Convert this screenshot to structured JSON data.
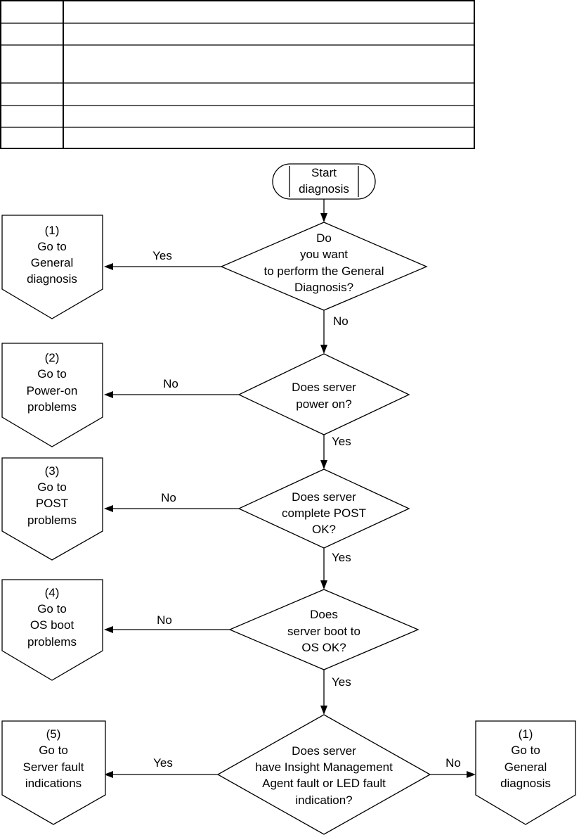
{
  "table": {
    "rows": [
      {
        "col1": "",
        "col2": ""
      },
      {
        "col1": "",
        "col2": ""
      },
      {
        "col1": "",
        "col2": ""
      },
      {
        "col1": "",
        "col2": ""
      },
      {
        "col1": "",
        "col2": ""
      },
      {
        "col1": "",
        "col2": ""
      }
    ]
  },
  "flowchart": {
    "start": {
      "line1": "Start",
      "line2": "diagnosis"
    },
    "decision1": {
      "lines": [
        "Do",
        "you want",
        "to perform the General",
        "Diagnosis?"
      ],
      "yes_label": "Yes",
      "no_label": "No"
    },
    "decision2": {
      "lines": [
        "Does server",
        "power on?"
      ],
      "yes_label": "Yes",
      "no_label": "No"
    },
    "decision3": {
      "lines": [
        "Does server",
        "complete POST",
        "OK?"
      ],
      "yes_label": "Yes",
      "no_label": "No"
    },
    "decision4": {
      "lines": [
        "Does",
        "server boot to",
        "OS OK?"
      ],
      "yes_label": "Yes",
      "no_label": "No"
    },
    "decision5": {
      "lines": [
        "Does server",
        "have Insight Management",
        "Agent fault or LED fault",
        "indication?"
      ],
      "yes_label": "Yes",
      "no_label": "No"
    },
    "offpage1": {
      "lines": [
        "(1)",
        "Go to",
        "General",
        "diagnosis"
      ]
    },
    "offpage2": {
      "lines": [
        "(2)",
        "Go to",
        "Power-on",
        "problems"
      ]
    },
    "offpage3": {
      "lines": [
        "(3)",
        "Go to",
        "POST",
        "problems"
      ]
    },
    "offpage4": {
      "lines": [
        "(4)",
        "Go to",
        "OS boot",
        "problems"
      ]
    },
    "offpage5": {
      "lines": [
        "(5)",
        "Go to",
        "Server fault",
        "indications"
      ]
    },
    "offpage6": {
      "lines": [
        "(1)",
        "Go to",
        "General",
        "diagnosis"
      ]
    }
  }
}
